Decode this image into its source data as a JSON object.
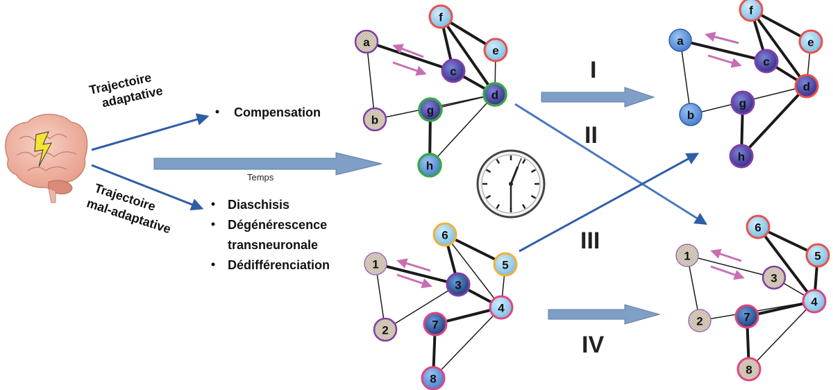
{
  "labels": {
    "trajectory_adaptive": [
      "Trajectoire",
      "adaptative"
    ],
    "trajectory_maladaptive": [
      "Trajectoire",
      "mal-adaptative"
    ],
    "compensation": "Compensation",
    "maladaptive_list": [
      "Diaschisis",
      "Dégénérescence",
      "transneuronale",
      "Dédifférenciation"
    ],
    "time": "Temps"
  },
  "roman": [
    "I",
    "II",
    "III",
    "IV"
  ],
  "colors": {
    "arrow_blue": "#2f5ea8",
    "fat_arrow": "#7f9fc6",
    "sketch_fill": "#ddd3c3",
    "blue_fill": "#5b8ed6",
    "light_blue_fill": "#93c9ea",
    "dark_purple_fill": "#5c4aa6",
    "border_purple": "#7e3fa8",
    "border_red": "#e8504a",
    "border_green": "#39a64a",
    "border_pink": "#e0457f",
    "border_orange": "#f2b134",
    "edge": "#1a1a1a",
    "flow_arrow": "#c86fb4"
  },
  "graphs": {
    "letters_before": {
      "nodes": [
        "a",
        "b",
        "c",
        "d",
        "e",
        "f",
        "g",
        "h"
      ],
      "edges": [
        [
          "a",
          "b"
        ],
        [
          "a",
          "c"
        ],
        [
          "b",
          "d"
        ],
        [
          "c",
          "d"
        ],
        [
          "c",
          "f"
        ],
        [
          "f",
          "e"
        ],
        [
          "f",
          "d"
        ],
        [
          "e",
          "d"
        ],
        [
          "g",
          "d"
        ],
        [
          "g",
          "h"
        ],
        [
          "h",
          "d"
        ]
      ]
    },
    "letters_after": {
      "nodes": [
        "a",
        "b",
        "c",
        "d",
        "e",
        "f",
        "g",
        "h"
      ],
      "edges": [
        [
          "a",
          "b"
        ],
        [
          "a",
          "c"
        ],
        [
          "b",
          "d"
        ],
        [
          "c",
          "d"
        ],
        [
          "c",
          "f"
        ],
        [
          "f",
          "e"
        ],
        [
          "f",
          "d"
        ],
        [
          "e",
          "d"
        ],
        [
          "g",
          "h"
        ],
        [
          "h",
          "d"
        ]
      ]
    },
    "numbers_before": {
      "nodes": [
        "1",
        "2",
        "3",
        "4",
        "5",
        "6",
        "7",
        "8"
      ],
      "edges": [
        [
          "1",
          "2"
        ],
        [
          "1",
          "3"
        ],
        [
          "2",
          "3"
        ],
        [
          "6",
          "5"
        ],
        [
          "6",
          "3"
        ],
        [
          "6",
          "4"
        ],
        [
          "5",
          "4"
        ],
        [
          "3",
          "4"
        ],
        [
          "7",
          "4"
        ],
        [
          "7",
          "8"
        ],
        [
          "8",
          "4"
        ]
      ]
    },
    "numbers_after": {
      "nodes": [
        "1",
        "2",
        "3",
        "4",
        "5",
        "6",
        "7",
        "8"
      ],
      "edges": [
        [
          "1",
          "2"
        ],
        [
          "1",
          "3"
        ],
        [
          "2",
          "4"
        ],
        [
          "6",
          "5"
        ],
        [
          "6",
          "4"
        ],
        [
          "5",
          "4"
        ],
        [
          "7",
          "4"
        ],
        [
          "7",
          "8"
        ],
        [
          "8",
          "4"
        ],
        [
          "3",
          "4"
        ]
      ]
    }
  }
}
